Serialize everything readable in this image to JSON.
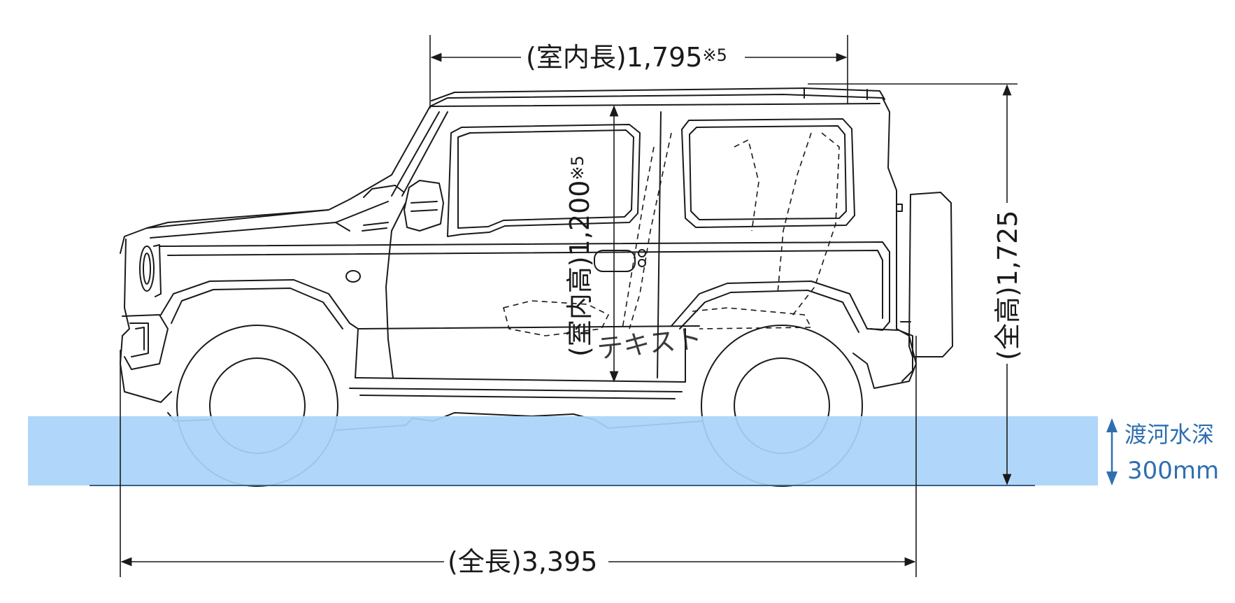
{
  "dimensions": {
    "interior_length": {
      "label": "(室内長)",
      "value": "1,795",
      "note": "※5"
    },
    "interior_height": {
      "label": "(室内高)",
      "value": "1,200",
      "note": "※5"
    },
    "overall_height": {
      "label": "(全高)",
      "value": "1,725"
    },
    "overall_length": {
      "label": "(全長)",
      "value": "3,395"
    }
  },
  "wading_depth": {
    "label": "渡河水深",
    "value": "300mm"
  },
  "watermark": "テキスト",
  "colors": {
    "line": "#1a1a1a",
    "water": "#a9d4f8",
    "water_text": "#2f6fb0",
    "water_line": "#3a5f86"
  }
}
